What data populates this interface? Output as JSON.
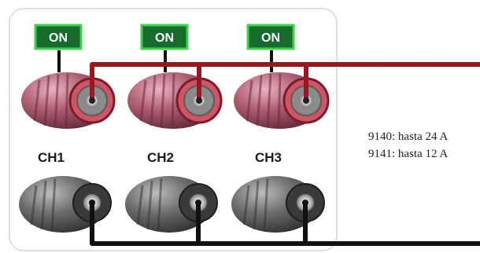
{
  "switch_label": "ON",
  "channels": [
    {
      "name": "CH1"
    },
    {
      "name": "CH2"
    },
    {
      "name": "CH3"
    }
  ],
  "notes": [
    "9140: hasta 24 A",
    "9141: hasta 12 A"
  ],
  "colors": {
    "positive_wire": "#9b1720",
    "negative_wire": "#111111",
    "switch_bg": "#176b2c",
    "switch_border": "#3ed14a",
    "panel_border": "#d8d8d8"
  }
}
